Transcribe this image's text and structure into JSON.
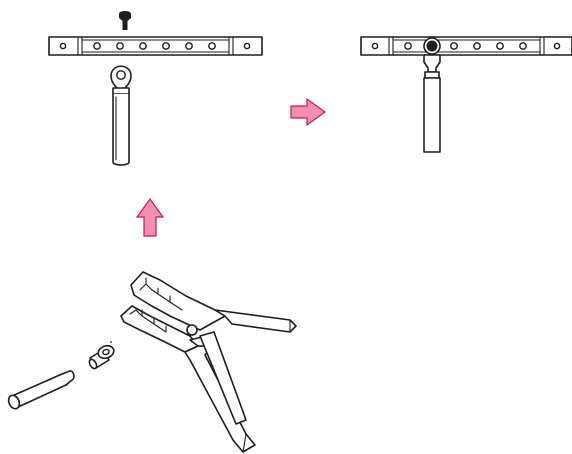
{
  "diagram": {
    "colors": {
      "stroke": "#1e1e1e",
      "arrow_fill": "#f48fb1",
      "arrow_stroke": "#c2185b",
      "background": "#ffffff"
    },
    "busbar": {
      "terminal_positions": 6
    },
    "panels": [
      {
        "name": "before",
        "icon": "busbar-with-screw-and-ring-terminal"
      },
      {
        "name": "after",
        "icon": "busbar-with-terminal-attached"
      },
      {
        "name": "crimping",
        "icon": "crimping-tool-with-lug-and-cable"
      }
    ],
    "arrows": [
      {
        "name": "arrow-right",
        "direction": "right"
      },
      {
        "name": "arrow-up",
        "direction": "up"
      }
    ]
  }
}
